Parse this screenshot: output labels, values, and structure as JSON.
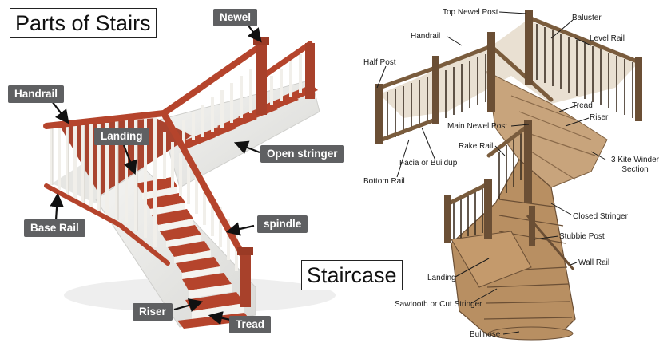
{
  "left_panel": {
    "title": "Parts of Stairs",
    "labels": {
      "newel": "Newel",
      "handrail": "Handrail",
      "landing": "Landing",
      "open_stringer": "Open stringer",
      "base_rail": "Base Rail",
      "spindle": "spindle",
      "riser": "Riser",
      "tread": "Tread"
    }
  },
  "right_panel": {
    "title": "Staircase",
    "labels": {
      "top_newel_post": "Top Newel Post",
      "baluster": "Baluster",
      "handrail": "Handrail",
      "level_rail": "Level Rail",
      "half_post": "Half Post",
      "tread": "Tread",
      "riser": "Riser",
      "main_newel_post": "Main Newel Post",
      "rake_rail": "Rake Rail",
      "kite_winder": "3 Kite Winder Section",
      "facia_or_buildup": "Facia or Buildup",
      "bottom_rail": "Bottom Rail",
      "closed_stringer": "Closed Stringer",
      "stubbie_post": "Stubbie Post",
      "wall_rail": "Wall Rail",
      "landing": "Landing",
      "sawtooth_stringer": "Sawtooth or Cut Stringer",
      "bullnose": "Bullnose"
    }
  },
  "colors": {
    "tag_bg": "#5f6062",
    "handrail_red": "#b5442c",
    "spindle_white": "#f3f1ec",
    "wood_brown": "#8a6a4a",
    "post_brown": "#6b4f35",
    "tread_tan": "#c8a47c"
  }
}
